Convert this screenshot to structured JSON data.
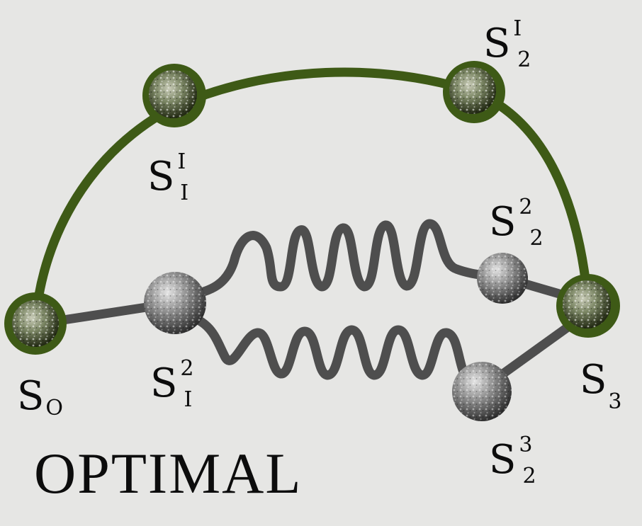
{
  "caption": "OPTIMAL",
  "colors": {
    "background": "#e6e6e4",
    "optimal_path": "#3e5a16",
    "alt_path": "#4e4e4e",
    "text": "#0c0c0c"
  },
  "nodes": {
    "s0": {
      "base": "S",
      "sub": "O"
    },
    "s1_1": {
      "base": "S",
      "sup": "I",
      "sub": "I"
    },
    "s2_1": {
      "base": "S",
      "sup": "I",
      "sub": "2"
    },
    "s1_2": {
      "base": "S",
      "sup": "2",
      "sub": "I"
    },
    "s2_2": {
      "base": "S",
      "sup": "2",
      "sub": "2"
    },
    "s3_2": {
      "base": "S",
      "sup": "3",
      "sub": "2"
    },
    "s3": {
      "base": "S",
      "sub": "3"
    }
  }
}
